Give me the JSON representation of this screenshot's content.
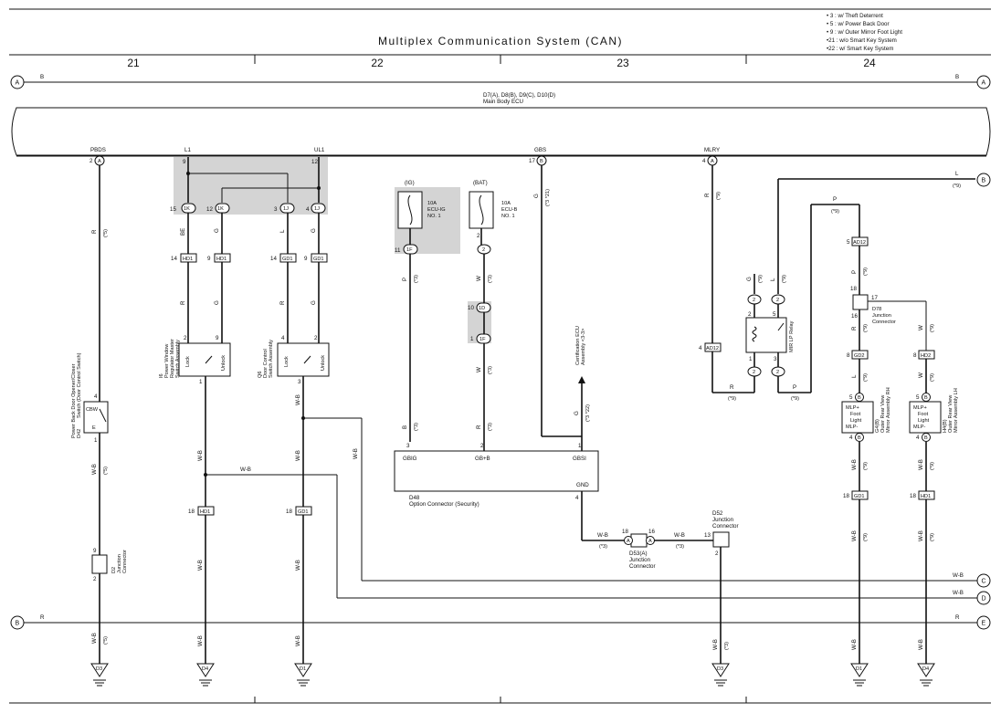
{
  "title": "Multiplex Communication System (CAN)",
  "notes": [
    "• 3 : w/ Theft Deterrent",
    "• 5 : w/ Power Back Door",
    "• 9 : w/ Outer Mirror Foot Light",
    "•21 : w/o Smart Key System",
    "•22 : w/ Smart Key System"
  ],
  "section_numbers": [
    "21",
    "22",
    "23",
    "24"
  ],
  "ecu": {
    "names": "D7(A), D8(B), D9(C), D10(D)",
    "label": "Main Body ECU",
    "terminals": [
      "PBDS",
      "L1",
      "UL1",
      "GBS",
      "MLRY"
    ]
  },
  "connectors": [
    "PBDS",
    "L1",
    "UL1",
    "GBS",
    "MLRY"
  ],
  "circles": [
    "A",
    "B",
    "C",
    "D",
    "E"
  ],
  "components": {
    "d42": "D42 Power Back Door Opener/Closer Switch (Door Control Switch)",
    "i6": "I6 Power Window Regulator Master Switch Assembly",
    "q6": "Q6 Door Control Switch Assembly",
    "d2": "D2 Junction Connector",
    "d48": "D48",
    "d48_label": "Option Connector (Security)",
    "d53": "D53(A)",
    "d53_label": "Junction Connector",
    "d52": "D52",
    "d52_label": "Junction Connector",
    "d78": "D78",
    "d78_label": "Junction Connector",
    "mirror_relay": "MIR LP Relay",
    "cert_ecu": "Certification ECU Assembly <3-3>",
    "g4": "G4(B) Outer Rear View Mirror Assembly RH",
    "h4": "H4(B) Outer Rear View Mirror Assembly LH",
    "fuse_ig": "10A ECU IG NO. 1",
    "fuse_bat": "10A ECU-B NO. 1"
  },
  "wire_labels": [
    "B",
    "R",
    "W-B",
    "BE",
    "G",
    "L",
    "P",
    "W",
    "GB+B",
    "GBIG",
    "GBSI",
    "GND"
  ],
  "grounds": [
    "D3",
    "D4",
    "D1",
    "D3",
    "D1",
    "D4"
  ]
}
